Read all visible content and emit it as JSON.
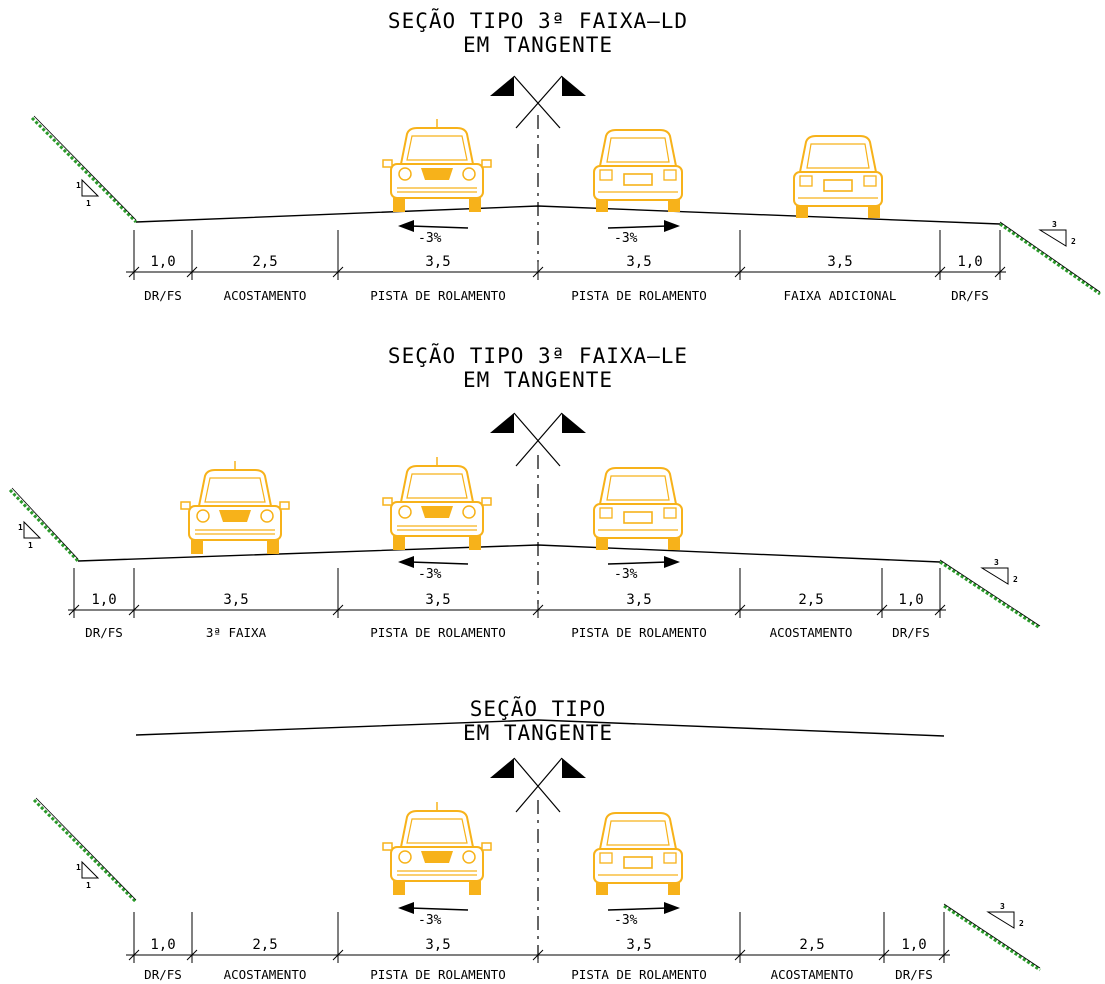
{
  "sections": [
    {
      "title_line1": "SEÇÃO TIPO 3ª FAIXA—LD",
      "title_line2": "EM TANGENTE",
      "dims": [
        "1,0",
        "2,5",
        "3,5",
        "3,5",
        "3,5",
        "1,0"
      ],
      "labels": [
        "DR/FS",
        "ACOSTAMENTO",
        "PISTA DE ROLAMENTO",
        "PISTA DE ROLAMENTO",
        "FAIXA ADICIONAL",
        "DR/FS"
      ],
      "slope_left": "-3%",
      "slope_right": "-3%",
      "cut_slope": {
        "v": "1",
        "h": "1"
      },
      "fill_slope": {
        "v": "2",
        "h": "3"
      }
    },
    {
      "title_line1": "SEÇÃO TIPO 3ª FAIXA—LE",
      "title_line2": "EM TANGENTE",
      "dims": [
        "1,0",
        "3,5",
        "3,5",
        "3,5",
        "2,5",
        "1,0"
      ],
      "labels": [
        "DR/FS",
        "3ª FAIXA",
        "PISTA DE ROLAMENTO",
        "PISTA DE ROLAMENTO",
        "ACOSTAMENTO",
        "DR/FS"
      ],
      "slope_left": "-3%",
      "slope_right": "-3%",
      "cut_slope": {
        "v": "1",
        "h": "1"
      },
      "fill_slope": {
        "v": "2",
        "h": "3"
      }
    },
    {
      "title_line1": "SEÇÃO TIPO",
      "title_line2": "EM TANGENTE",
      "dims": [
        "1,0",
        "2,5",
        "3,5",
        "3,5",
        "2,5",
        "1,0"
      ],
      "labels": [
        "DR/FS",
        "ACOSTAMENTO",
        "PISTA DE ROLAMENTO",
        "PISTA DE ROLAMENTO",
        "ACOSTAMENTO",
        "DR/FS"
      ],
      "slope_left": "-3%",
      "slope_right": "-3%",
      "cut_slope": {
        "v": "1",
        "h": "1"
      },
      "fill_slope": {
        "v": "2",
        "h": "3"
      }
    }
  ],
  "colors": {
    "vehicle": "#f7b21a",
    "vegetation": "#2a9a2a",
    "line": "#000000"
  }
}
